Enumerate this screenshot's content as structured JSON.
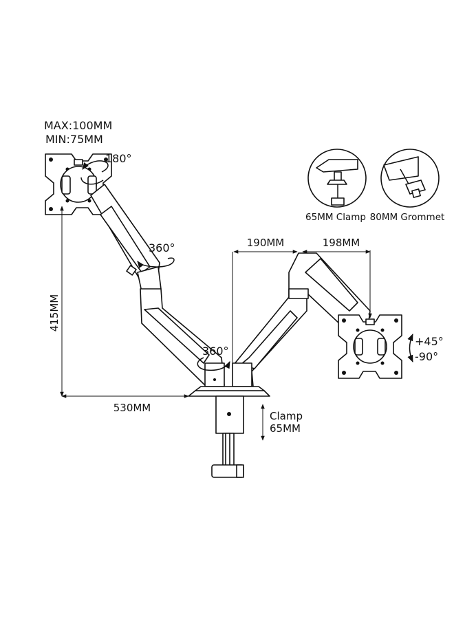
{
  "vesa": {
    "max": "MAX:100MM",
    "min": "MIN:75MM"
  },
  "rotations": {
    "top_plate": "180°",
    "upper_joint": "360°",
    "base_joint": "360°",
    "tilt_up": "+45°",
    "tilt_down": "-90°"
  },
  "dimensions": {
    "height": "415MM",
    "reach_left": "530MM",
    "reach_mid": "190MM",
    "reach_right": "198MM",
    "clamp_label": "Clamp",
    "clamp_value": "65MM"
  },
  "insets": {
    "clamp_caption": "65MM Clamp",
    "grommet_caption": "80MM Grommet"
  },
  "colors": {
    "line": "#111111",
    "background": "#ffffff"
  }
}
